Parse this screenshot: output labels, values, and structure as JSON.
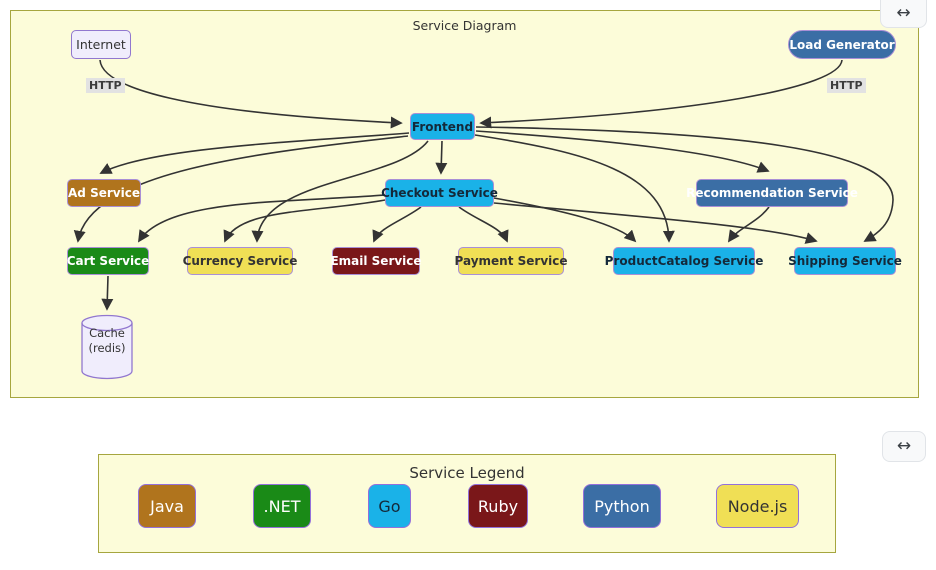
{
  "page": {
    "expand_button_top": "↔",
    "expand_button_bottom": "↔"
  },
  "diagram": {
    "title": "Service Diagram",
    "background_color": "#fcfcd9",
    "border_color": "#a6a63f",
    "edge_color": "#333333",
    "nodes": {
      "internet": {
        "label": "Internet",
        "fill": "#f0edfc"
      },
      "load_generator": {
        "label": "Load Generator",
        "language": "Python",
        "fill": "#3b6ea5"
      },
      "frontend": {
        "label": "Frontend",
        "language": "Go",
        "fill": "#1ab2e8"
      },
      "ad_service": {
        "label": "Ad Service",
        "language": "Java",
        "fill": "#b0741d"
      },
      "checkout_service": {
        "label": "Checkout Service",
        "language": "Go",
        "fill": "#1ab2e8"
      },
      "recommendation_service": {
        "label": "Recommendation Service",
        "language": "Python",
        "fill": "#3b6ea5"
      },
      "cart_service": {
        "label": "Cart Service",
        "language": ".NET",
        "fill": "#1a8a17"
      },
      "currency_service": {
        "label": "Currency Service",
        "language": "Node.js",
        "fill": "#f0df55"
      },
      "email_service": {
        "label": "Email Service",
        "language": "Ruby",
        "fill": "#7a1719"
      },
      "payment_service": {
        "label": "Payment Service",
        "language": "Node.js",
        "fill": "#f0df55"
      },
      "product_catalog_service": {
        "label": "ProductCatalog Service",
        "language": "Go",
        "fill": "#1ab2e8"
      },
      "shipping_service": {
        "label": "Shipping Service",
        "language": "Go",
        "fill": "#1ab2e8"
      },
      "cache": {
        "line1": "Cache",
        "line2": "(redis)",
        "fill": "#f0edfc"
      }
    },
    "edge_labels": {
      "internet_http": "HTTP",
      "load_generator_http": "HTTP"
    },
    "edges": [
      {
        "from": "Internet",
        "to": "Frontend",
        "label": "HTTP"
      },
      {
        "from": "Load Generator",
        "to": "Frontend",
        "label": "HTTP"
      },
      {
        "from": "Frontend",
        "to": "Checkout Service",
        "label": ""
      },
      {
        "from": "Frontend",
        "to": "Ad Service",
        "label": ""
      },
      {
        "from": "Frontend",
        "to": "Cart Service",
        "label": ""
      },
      {
        "from": "Frontend",
        "to": "Currency Service",
        "label": ""
      },
      {
        "from": "Frontend",
        "to": "ProductCatalog Service",
        "label": ""
      },
      {
        "from": "Frontend",
        "to": "Recommendation Service",
        "label": ""
      },
      {
        "from": "Frontend",
        "to": "Shipping Service",
        "label": ""
      },
      {
        "from": "Checkout Service",
        "to": "Cart Service",
        "label": ""
      },
      {
        "from": "Checkout Service",
        "to": "Currency Service",
        "label": ""
      },
      {
        "from": "Checkout Service",
        "to": "Email Service",
        "label": ""
      },
      {
        "from": "Checkout Service",
        "to": "Payment Service",
        "label": ""
      },
      {
        "from": "Checkout Service",
        "to": "ProductCatalog Service",
        "label": ""
      },
      {
        "from": "Checkout Service",
        "to": "Shipping Service",
        "label": ""
      },
      {
        "from": "Recommendation Service",
        "to": "ProductCatalog Service",
        "label": ""
      },
      {
        "from": "Cart Service",
        "to": "Cache (redis)",
        "label": ""
      }
    ]
  },
  "legend": {
    "title": "Service Legend",
    "items": [
      {
        "label": "Java",
        "color": "#b0741d"
      },
      {
        "label": ".NET",
        "color": "#1a8a17"
      },
      {
        "label": "Go",
        "color": "#1ab2e8"
      },
      {
        "label": "Ruby",
        "color": "#7a1719"
      },
      {
        "label": "Python",
        "color": "#3b6ea5"
      },
      {
        "label": "Node.js",
        "color": "#f0df55"
      }
    ]
  }
}
